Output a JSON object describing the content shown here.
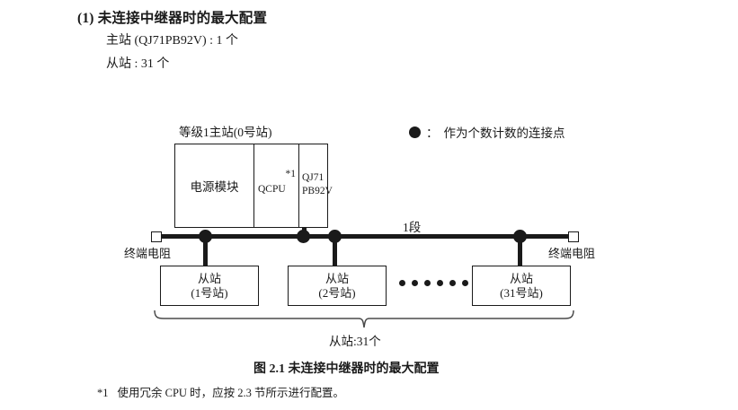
{
  "heading": {
    "title": "(1) 未连接中继器时的最大配置",
    "master_line": "主站 (QJ71PB92V) : 1 个",
    "slave_line": "从站 : 31 个"
  },
  "legend": {
    "symbol": "filled-circle",
    "colon": "：",
    "text": "作为个数计数的连接点"
  },
  "diagram": {
    "master": {
      "caption": "等级1主站(0号站)",
      "power_module": "电源模块",
      "cpu": "QCPU",
      "cpu_footnote_mark": "*1",
      "network_module_line1": "QJ71",
      "network_module_line2": "PB92V"
    },
    "bus": {
      "segment_label": "1段",
      "terminator_left": "终端电阻",
      "terminator_right": "终端电阻",
      "connection_point_count": 4
    },
    "slaves": [
      {
        "name": "从站",
        "station": "(1号站)"
      },
      {
        "name": "从站",
        "station": "(2号站)"
      },
      {
        "name": "从站",
        "station": "(31号站)"
      }
    ],
    "ellipsis_dot_count": 6,
    "brace_label": "从站:31个"
  },
  "figure": {
    "caption": "图 2.1  未连接中继器时的最大配置"
  },
  "footnote": {
    "mark": "*1",
    "text": "使用冗余 CPU 时，应按 2.3 节所示进行配置。"
  },
  "colors": {
    "ink": "#1a1a1a",
    "page": "#ffffff"
  }
}
